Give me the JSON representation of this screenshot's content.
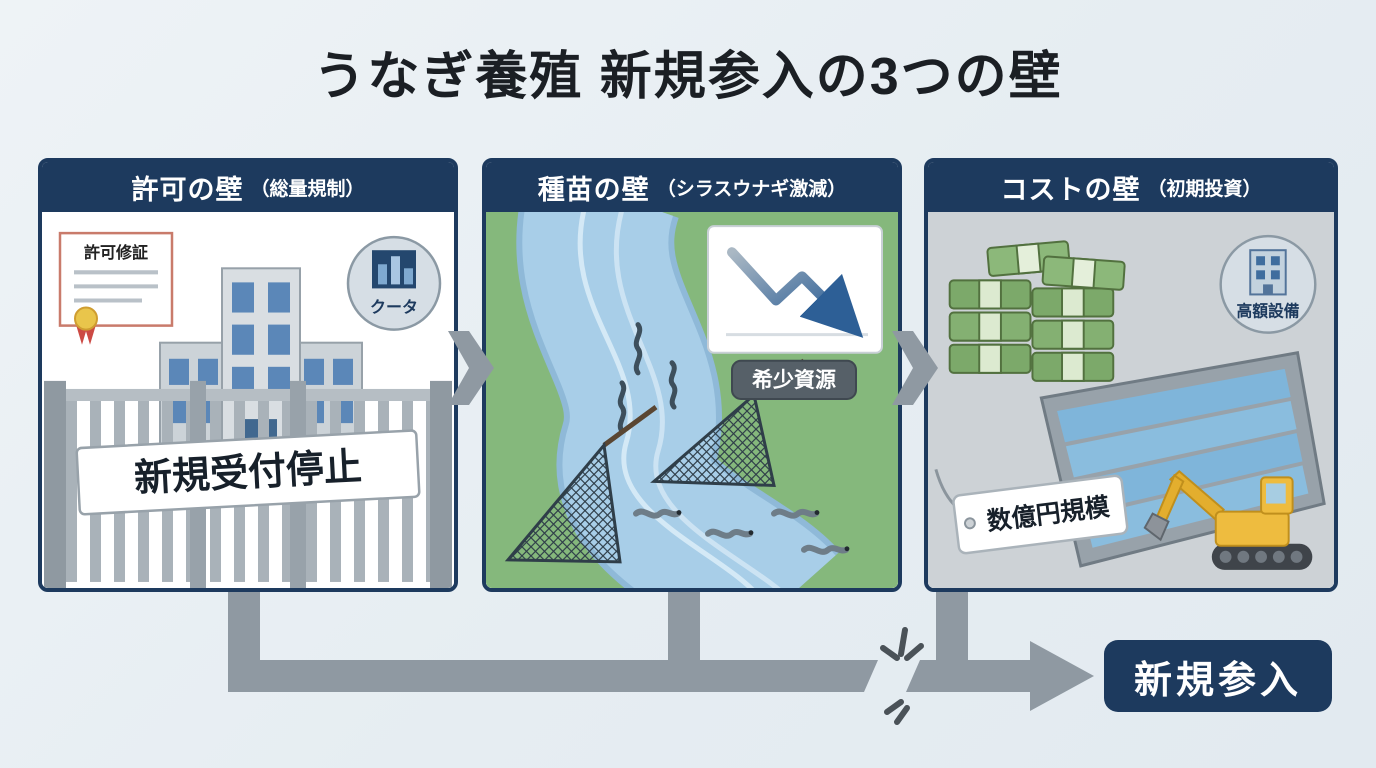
{
  "title": "うなぎ養殖 新規参入の3つの壁",
  "panels": [
    {
      "header": "許可の壁",
      "header_sub": "（総量規制）",
      "certificate_label": "許可修証",
      "quota_label": "クータ",
      "banner_label": "新規受付停止"
    },
    {
      "header": "種苗の壁",
      "header_sub": "（シラスウナギ激減）",
      "badge_label": "希少資源"
    },
    {
      "header": "コストの壁",
      "header_sub": "（初期投資）",
      "equipment_label": "高額設備",
      "tag_label": "数億円規模"
    }
  ],
  "flow": {
    "result_label": "新規参入"
  },
  "icons": {
    "quota": "bar-chart-icon",
    "decline": "declining-trend-arrow-icon",
    "equipment": "building-icon",
    "seal": "seal-rosette-icon"
  },
  "colors": {
    "background": "#e9eef3",
    "panel_header": "#1d3a5e",
    "connector": "#8f99a2",
    "river": "#a8cee8",
    "field_green": "#85b87c",
    "result_badge": "#1d3a5e"
  }
}
